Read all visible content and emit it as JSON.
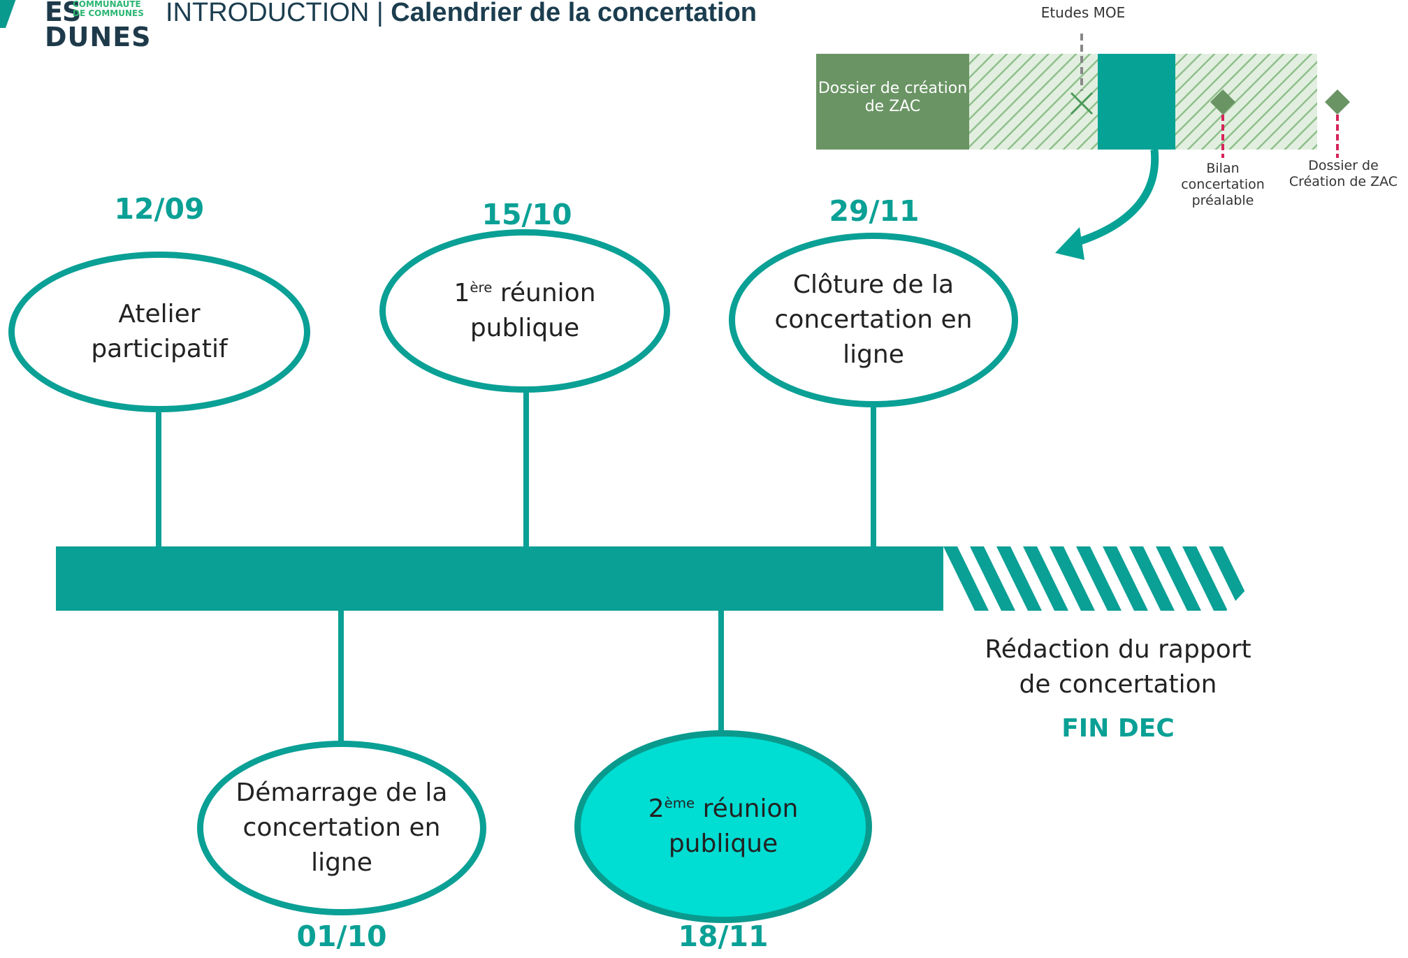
{
  "header": {
    "logo_es": "ES",
    "logo_community_line1": "COMMUNAUTÉ",
    "logo_community_line2": "DE COMMUNES",
    "logo_dunes": "DUNES",
    "title_prefix": "INTRODUCTION | ",
    "title_bold": "Calendrier de la concertation"
  },
  "inset": {
    "etudes_label": "Etudes MOE",
    "dossier_block": "Dossier de création de ZAC",
    "bilan_label_1": "Bilan",
    "bilan_label_2": "concertation",
    "bilan_label_3": "préalable",
    "creation_label_1": "Dossier de",
    "creation_label_2": "Création de ZAC",
    "colors": {
      "dark_green": "#6a9464",
      "teal": "#06a295",
      "hatch": "#8fbf8c",
      "marker_red": "#d6245a"
    }
  },
  "timeline": {
    "above": [
      {
        "date": "12/09",
        "label_line1": "Atelier",
        "label_line2": "participatif"
      },
      {
        "date": "15/10",
        "sup": "ère",
        "label_line1_pre": "1",
        "label_line1_post": " réunion",
        "label_line2": "publique"
      },
      {
        "date": "29/11",
        "label_line1": "Clôture de la",
        "label_line2": "concertation en",
        "label_line3": "ligne"
      }
    ],
    "below": [
      {
        "date": "01/10",
        "label_line1": "Démarrage de la",
        "label_line2": "concertation en",
        "label_line3": "ligne"
      },
      {
        "date": "18/11",
        "sup": "ème",
        "label_line1_pre": "2",
        "label_line1_post": " réunion",
        "label_line2": "publique"
      }
    ],
    "end": {
      "label_line1": "Rédaction du rapport",
      "label_line2": "de concertation",
      "date": "FIN DEC"
    },
    "colors": {
      "accent": "#0aa095",
      "highlight": "#00ddd3"
    }
  }
}
